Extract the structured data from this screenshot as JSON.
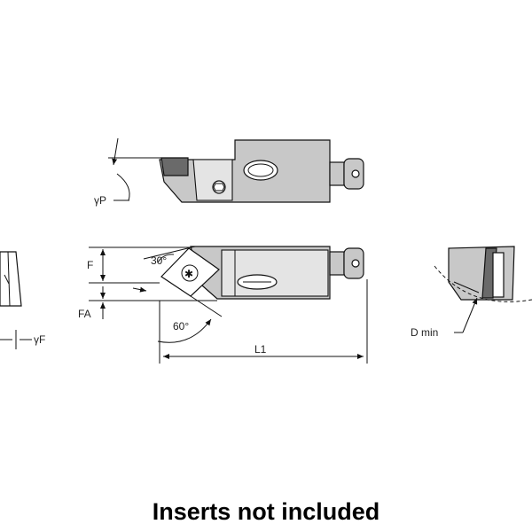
{
  "labels": {
    "gamma_p": "γP",
    "gamma_f": "γF",
    "f": "F",
    "fa": "FA",
    "angle_30": "30°",
    "angle_60": "60°",
    "l1": "L1",
    "d_min": "D min"
  },
  "caption": "Inserts not included"
}
